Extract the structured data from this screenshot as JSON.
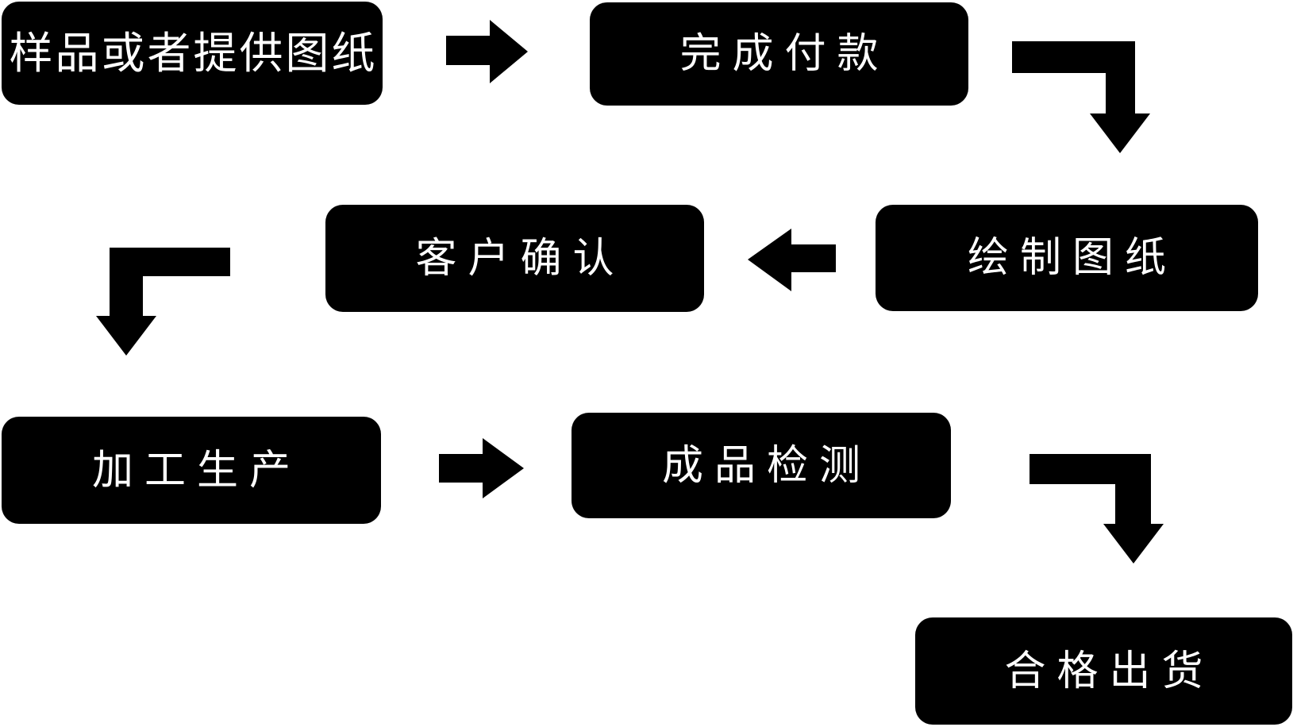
{
  "diagram": {
    "type": "flowchart",
    "title": "production-process-flow",
    "background": "#ffffff",
    "node_bg": "#000000",
    "node_text_color": "#ffffff",
    "nodes": [
      {
        "id": "step-1",
        "label": "样品或者提供图纸"
      },
      {
        "id": "step-2",
        "label": "完成付款"
      },
      {
        "id": "step-3",
        "label": "绘制图纸"
      },
      {
        "id": "step-4",
        "label": "客户确认"
      },
      {
        "id": "step-5",
        "label": "加工生产"
      },
      {
        "id": "step-6",
        "label": "成品检测"
      },
      {
        "id": "step-7",
        "label": "合格出货"
      }
    ],
    "edges": [
      {
        "from": "step-1",
        "to": "step-2",
        "direction": "right"
      },
      {
        "from": "step-2",
        "to": "step-3",
        "direction": "down-right"
      },
      {
        "from": "step-3",
        "to": "step-4",
        "direction": "left"
      },
      {
        "from": "step-4",
        "to": "step-5",
        "direction": "down-left"
      },
      {
        "from": "step-5",
        "to": "step-6",
        "direction": "right"
      },
      {
        "from": "step-6",
        "to": "step-7",
        "direction": "down-right"
      }
    ]
  }
}
